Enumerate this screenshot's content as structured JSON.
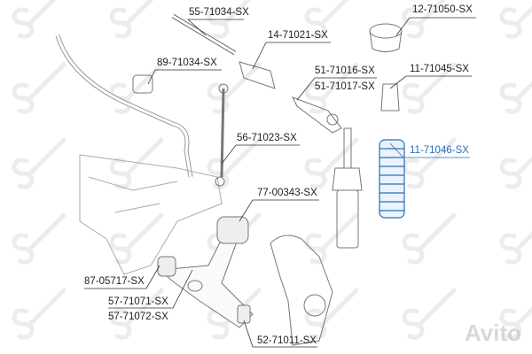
{
  "watermark": "STELLOX",
  "logo": "Avito",
  "highlight_color": "#2a6fb5",
  "parts": {
    "p1": "55-71034-SX",
    "p2": "14-71021-SX",
    "p3": "89-71034-SX",
    "p4a": "51-71016-SX",
    "p4b": "51-71017-SX",
    "p5": "12-71050-SX",
    "p6": "11-71045-SX",
    "p7": "11-71046-SX",
    "p8": "56-71023-SX",
    "p9": "77-00343-SX",
    "p10": "87-05717-SX",
    "p11a": "57-71071-SX",
    "p11b": "57-71072-SX",
    "p12": "52-71011-SX"
  }
}
